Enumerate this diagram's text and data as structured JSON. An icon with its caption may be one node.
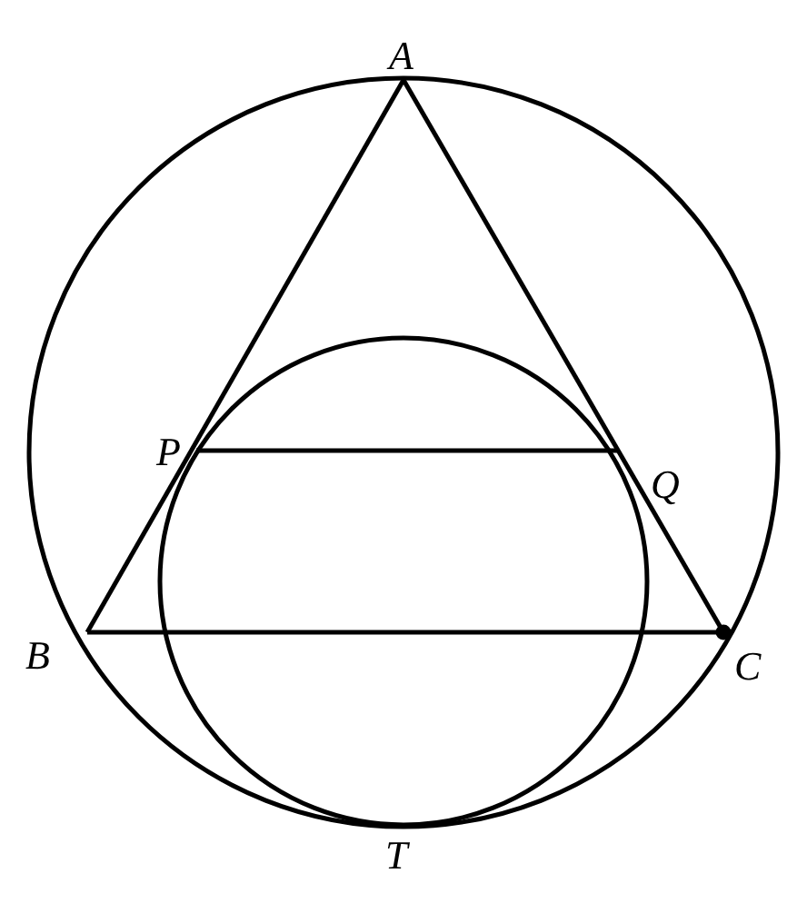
{
  "diagram": {
    "labels": [
      "A",
      "P",
      "Q",
      "B",
      "C",
      "T"
    ]
  }
}
